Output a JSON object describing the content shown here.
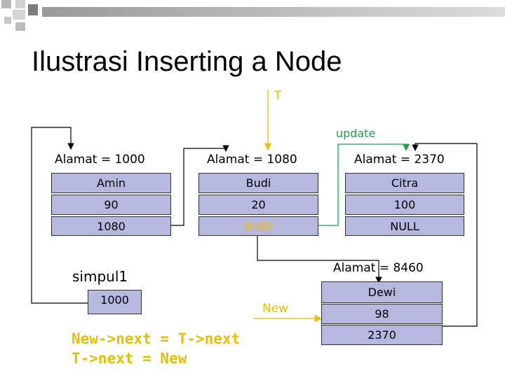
{
  "title": "Ilustrasi Inserting a Node",
  "pointers": {
    "t": "T",
    "update": "update",
    "new": "New"
  },
  "nodes": [
    {
      "address_label": "Alamat = 1000",
      "name": "Amin",
      "value": "90",
      "next": "1080"
    },
    {
      "address_label": "Alamat = 1080",
      "name": "Budi",
      "value": "20",
      "next": "8460"
    },
    {
      "address_label": "Alamat = 2370",
      "name": "Citra",
      "value": "100",
      "next": "NULL"
    }
  ],
  "new_node": {
    "address_label": "Alamat = 8460",
    "name": "Dewi",
    "value": "98",
    "next": "2370"
  },
  "simpul": {
    "label": "simpul1",
    "value": "1000"
  },
  "code": [
    "New->next = T->next",
    "T->next = New"
  ],
  "colors": {
    "cell_fill": "#b7b8e0",
    "highlight": "#e8c000",
    "update": "#1aa34a",
    "header_bar": "#b8b8b8"
  }
}
